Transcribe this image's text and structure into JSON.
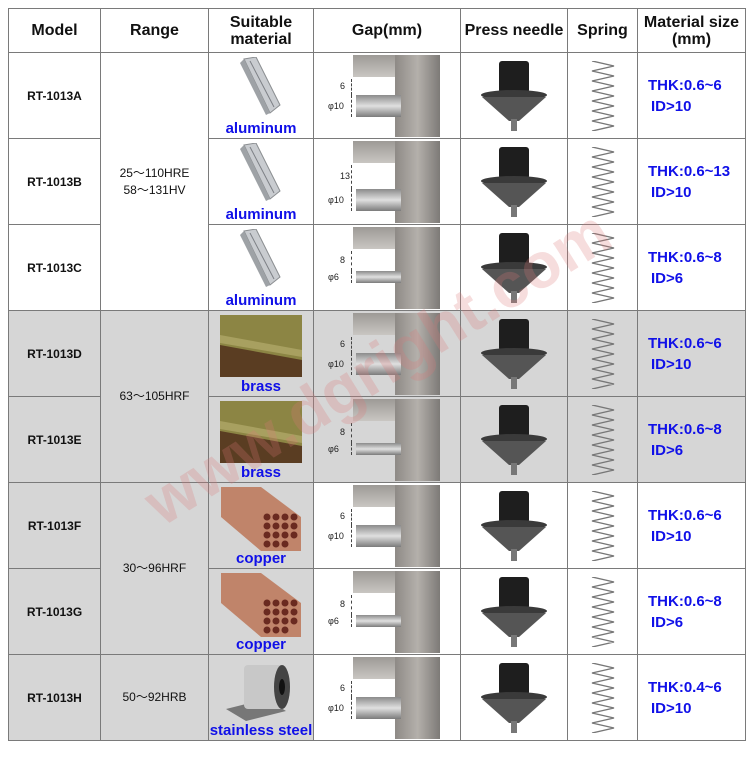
{
  "headers": {
    "model": "Model",
    "range": "Range",
    "material": "Suitable material",
    "gap": "Gap(mm)",
    "needle": "Press needle",
    "spring": "Spring",
    "size": "Material size (mm)"
  },
  "rows": [
    {
      "model": "RT-1013A",
      "material": "aluminum",
      "gap_top": "6",
      "gap_pin": "φ10",
      "thk": "THK:0.6~6",
      "id": "ID>10"
    },
    {
      "model": "RT-1013B",
      "material": "aluminum",
      "gap_top": "13",
      "gap_pin": "φ10",
      "thk": "THK:0.6~13",
      "id": "ID>10"
    },
    {
      "model": "RT-1013C",
      "material": "aluminum",
      "gap_top": "8",
      "gap_pin": "φ6",
      "thk": "THK:0.6~8",
      "id": "ID>6"
    },
    {
      "model": "RT-1013D",
      "material": "brass",
      "gap_top": "6",
      "gap_pin": "φ10",
      "thk": "THK:0.6~6",
      "id": "ID>10"
    },
    {
      "model": "RT-1013E",
      "material": "brass",
      "gap_top": "8",
      "gap_pin": "φ6",
      "thk": "THK:0.6~8",
      "id": "ID>6"
    },
    {
      "model": "RT-1013F",
      "material": "copper",
      "gap_top": "6",
      "gap_pin": "φ10",
      "thk": "THK:0.6~6",
      "id": "ID>10"
    },
    {
      "model": "RT-1013G",
      "material": "copper",
      "gap_top": "8",
      "gap_pin": "φ6",
      "thk": "THK:0.6~8",
      "id": "ID>6"
    },
    {
      "model": "RT-1013H",
      "material": "stainless steel",
      "gap_top": "6",
      "gap_pin": "φ10",
      "thk": "THK:0.4~6",
      "id": "ID>10"
    }
  ],
  "ranges": [
    {
      "line1": "25～110HRE",
      "line2": "58～131HV"
    },
    {
      "line1": "63～105HRF"
    },
    {
      "line1": "30～96HRF"
    },
    {
      "line1": "50～92HRB"
    }
  ],
  "watermark": "www.dgright.com",
  "colors": {
    "label_blue": "#1010e8",
    "gray_rows": "#d6d6d6"
  }
}
